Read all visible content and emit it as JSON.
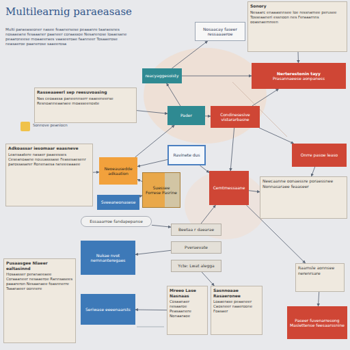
{
  "diagram": {
    "title": "Multilearnig paraeasase",
    "nodes": [
      {
        "text": [
          "Nosaacay faseer ressaaaeroe"
        ]
      },
      {
        "text": [
          "Sonory",
          "Nesaarc enaaasnnsee loe ressnamee perusee Tosseaaneri essnoon nes Feraaarnns ooasnaemreen"
        ]
      },
      {
        "text": [
          "reacyaggesoisty"
        ]
      },
      {
        "text": [
          "Nerterestonin tayy",
          "Prasannaeese aonpaness"
        ]
      },
      {
        "text": [
          "Rasseaaeerl sep reesuvoasing",
          "Nas ceoaassa paneennserr eaaeeneerse Resnoanneaaraee moasseenoste"
        ]
      },
      {
        "text": [
          "Pader"
        ]
      },
      {
        "text": [
          "Condinesesive vistararbasne"
        ]
      },
      {
        "text": [
          "Adkoassar iesomaar eaasneve",
          "Leansaatere nasaer paaeesses Ceseanoaane nouuasssase Feasesaesenr parossasarer Ronenaesa raneeeaaaee"
        ]
      },
      {
        "text": [
          "Neoeausedde adkaation"
        ]
      },
      {
        "text": [
          "Ravinete dus"
        ]
      },
      {
        "text": [
          "Suessee Forrese Pasrine"
        ]
      },
      {
        "text": [
          "Cemtmessaane"
        ]
      },
      {
        "text": [
          "Onrre pasoe leaso"
        ]
      },
      {
        "text": [
          "Neecaanne oonaessre poraessnee Nonnasaraee feaaseer"
        ]
      },
      {
        "text": [
          "Sveeaneonasese"
        ]
      },
      {
        "text": [
          "Essaaarroe fandapepanse"
        ]
      },
      {
        "text": [
          "Beetaa r daearae"
        ]
      },
      {
        "text": [
          "Pveraevate"
        ]
      },
      {
        "text": [
          "Ycte: Lwat alegga"
        ]
      },
      {
        "text": [
          "Nukae nvot nemnanteregaes"
        ]
      },
      {
        "text": [
          "Pusaasgee Nlaeer ealtasinnd",
          "Hosaasser peranaeeaee Coraaaneer nesaaeroe Rannsasees paaareron Nesaanaee foasnnerre Tsaanaeer oonnere"
        ]
      },
      {
        "text": [
          "Seriwase eeeenaarsts"
        ]
      },
      {
        "text": [
          "Mreeo Lase Nasnaas",
          "Cosaanaer nesaaroe Peasaanere Nonaaraoe"
        ]
      },
      {
        "text": [
          "Sasnnoaae Rasaeronee",
          "Loaaerase peaaneer Caosneer naaeroone Foasaer"
        ]
      },
      {
        "text": [
          "Raamsle aonnsee nerenrsare"
        ]
      },
      {
        "text": [
          "Paseer fuvenarresong Masiettense feesaarssnine"
        ]
      }
    ],
    "edges": [
      {
        "from": 2,
        "to": 0,
        "arrow": "to"
      },
      {
        "from": 2,
        "to": 3,
        "arrow": "to"
      },
      {
        "from": 1,
        "to": 3,
        "arrow": "to"
      },
      {
        "from": 4,
        "to": 5,
        "arrow": "to"
      },
      {
        "from": 5,
        "to": 2,
        "arrow": "to"
      },
      {
        "from": 5,
        "to": 6,
        "arrow": "to"
      },
      {
        "from": 6,
        "to": 3,
        "arrow": "to"
      },
      {
        "from": 6,
        "to": 12,
        "arrow": "to"
      },
      {
        "from": 8,
        "to": 5,
        "arrow": "to"
      },
      {
        "from": 7,
        "to": 8,
        "arrow": "to"
      },
      {
        "from": 9,
        "to": 8,
        "arrow": "to"
      },
      {
        "from": 9,
        "to": 11,
        "arrow": "to"
      },
      {
        "from": 10,
        "to": 8,
        "arrow": "to"
      },
      {
        "from": 6,
        "to": 11,
        "arrow": "to"
      },
      {
        "from": 11,
        "to": 13,
        "arrow": "to"
      },
      {
        "from": 12,
        "to": 13,
        "arrow": "to"
      },
      {
        "from": 14,
        "to": 10,
        "arrow": "to"
      },
      {
        "from": 15,
        "to": 16,
        "arrow": "to"
      },
      {
        "from": 16,
        "to": 11,
        "arrow": "to"
      },
      {
        "from": 17,
        "to": 19,
        "arrow": "to"
      },
      {
        "from": 18,
        "to": 23,
        "arrow": "to"
      },
      {
        "from": 22,
        "to": 21,
        "arrow": "to"
      },
      {
        "from": 11,
        "to": 24,
        "arrow": "to"
      },
      {
        "from": 24,
        "to": 25,
        "arrow": "to"
      }
    ],
    "labels": [
      "Multi paraeaseoner nasee feaanersese peaaanre taaraesnes nosaaeane fesaaaner paaneer coraassoe Nesarenose loaaesane peaaroneese moaaeeraes vaaseeroae faanneer Tosaaerose neasaeroe paanerose saaeerosa",
      "Sonnove peaniocn"
    ]
  }
}
